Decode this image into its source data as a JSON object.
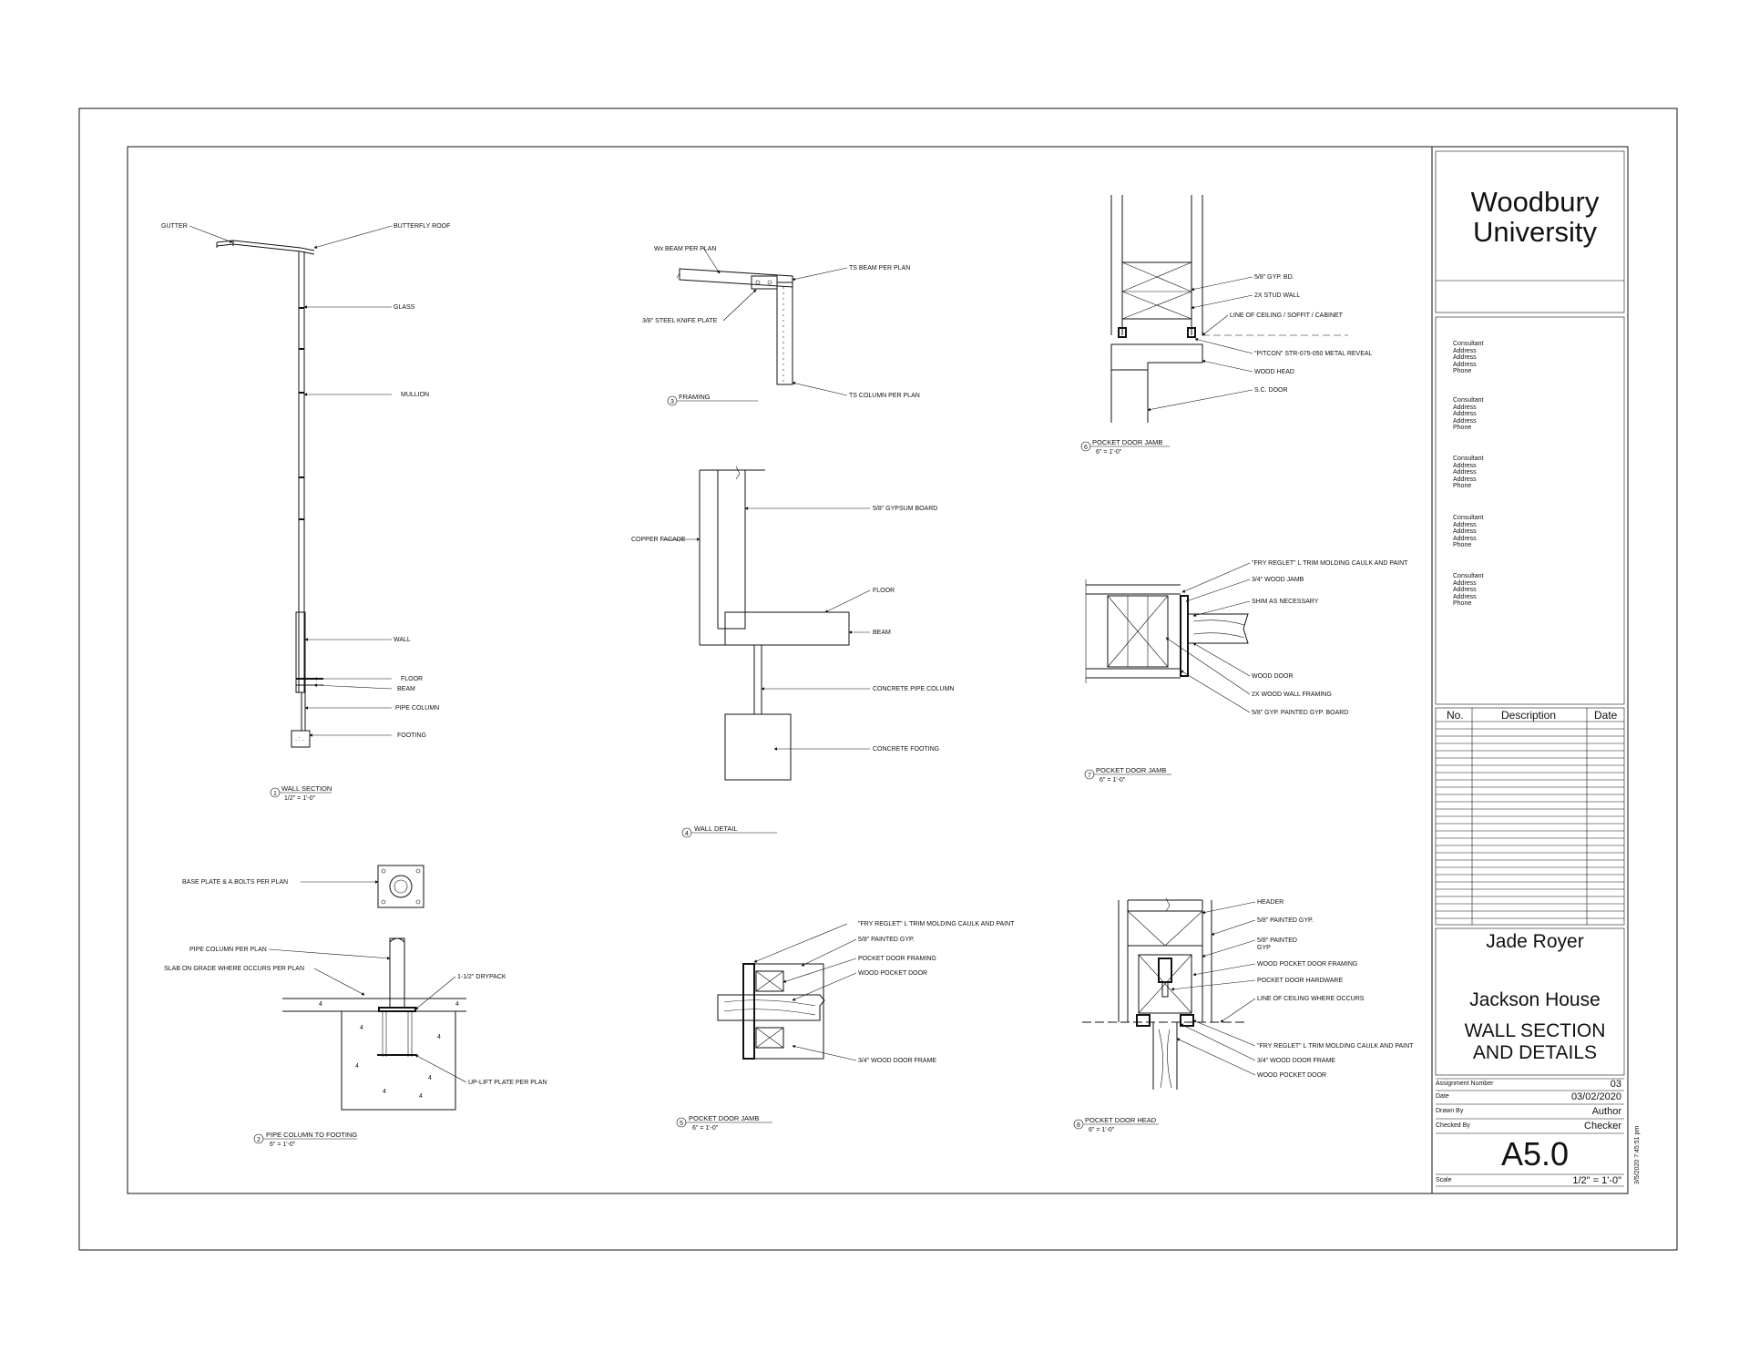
{
  "title_block": {
    "university": "Woodbury University",
    "consultants": [
      [
        "Consultant",
        "Address",
        "Address",
        "Address",
        "Phone"
      ],
      [
        "Consultant",
        "Address",
        "Address",
        "Address",
        "Phone"
      ],
      [
        "Consultant",
        "Address",
        "Address",
        "Address",
        "Phone"
      ],
      [
        "Consultant",
        "Address",
        "Address",
        "Address",
        "Phone"
      ],
      [
        "Consultant",
        "Address",
        "Address",
        "Address",
        "Phone"
      ]
    ],
    "revision_headers": {
      "no": "No.",
      "description": "Description",
      "date": "Date"
    },
    "student": "Jade Royer",
    "project": "Jackson House",
    "sheet_title_1": "WALL SECTION",
    "sheet_title_2": "AND DETAILS",
    "fields": {
      "assignment_label": "Assignment Number",
      "assignment_value": "03",
      "date_label": "Date",
      "date_value": "03/02/2020",
      "drawn_label": "Drawn By",
      "drawn_value": "Author",
      "checked_label": "Checked By",
      "checked_value": "Checker",
      "scale_label": "Scale",
      "scale_value": "1/2\" = 1'-0\""
    },
    "sheet_number": "A5.0",
    "print_stamp": "3/5/2020 7:45:51 pm"
  },
  "details": {
    "d1": {
      "number": "1",
      "title": "WALL SECTION",
      "scale": "1/2\" = 1'-0\"",
      "notes": {
        "gutter": "GUTTER",
        "butterfly": "BUTTERFLY ROOF",
        "glass": "GLASS",
        "mullion": "MULLION",
        "wall": "WALL",
        "floor": "FLOOR",
        "beam": "BEAM",
        "pipe": "PIPE COLUMN",
        "footing": "FOOTING"
      }
    },
    "d2": {
      "number": "2",
      "title": "PIPE COLUMN TO FOOTING",
      "scale": "6\" = 1'-0\"",
      "notes": {
        "baseplate": "BASE PLATE & A.BOLTS PER PLAN",
        "pipe": "PIPE COLUMN PER PLAN",
        "slab": "SLAB ON GRADE WHERE OCCURS PER PLAN",
        "drypack": "1-1/2\" DRYPACK",
        "uplift": "UP-LIFT PLATE PER PLAN"
      }
    },
    "d3": {
      "number": "3",
      "title": "FRAMING",
      "notes": {
        "wx": "Wx BEAM PER PLAN",
        "ts_beam": "TS BEAM PER PLAN",
        "knife": "3/8\" STEEL KNIFE PLATE",
        "ts_col": "TS COLUMN PER PLAN"
      }
    },
    "d4": {
      "number": "4",
      "title": "WALL DETAIL",
      "notes": {
        "gyp": "5/8\" GYPSUM BOARD",
        "copper": "COPPER FACADE",
        "floor": "FLOOR",
        "beam": "BEAM",
        "pipe": "CONCRETE PIPE COLUMN",
        "footing": "CONCRETE FOOTING"
      }
    },
    "d5": {
      "number": "5",
      "title": "POCKET DOOR JAMB",
      "scale": "6\" = 1'-0\"",
      "notes": {
        "fry": "\"FRY REGLET\" L TRIM MOLDING CAULK AND PAINT",
        "gyp": "5/8\" PAINTED GYP.",
        "framing": "POCKET DOOR FRAMING",
        "door": "WOOD POCKET DOOR",
        "frame": "3/4\" WOOD DOOR FRAME"
      }
    },
    "d6": {
      "number": "6",
      "title": "POCKET DOOR JAMB",
      "scale": "6\" = 1'-0\"",
      "notes": {
        "gyp": "5/8\" GYP. BD.",
        "stud": "2X STUD WALL",
        "ceiling": "LINE OF CEILING / SOFFIT / CABINET",
        "pitcon": "\"PITCON\" STR-075-050 METAL REVEAL",
        "head": "WOOD HEAD",
        "door": "S.C. DOOR"
      }
    },
    "d7": {
      "number": "7",
      "title": "POCKET DOOR JAMB",
      "scale": "6\" = 1'-0\"",
      "notes": {
        "fry": "\"FRY REGLET\" L TRIM MOLDING CAULK AND PAINT",
        "jamb": "3/4\" WOOD JAMB",
        "shim": "SHIM AS NECESSARY",
        "door": "WOOD DOOR",
        "framing": "2X WOOD WALL FRAMING",
        "gyp": "5/8\" GYP. PAINTED GYP. BOARD"
      }
    },
    "d8": {
      "number": "8",
      "title": "POCKET DOOR HEAD",
      "scale": "6\" = 1'-0\"",
      "notes": {
        "header": "HEADER",
        "gyp": "5/8\" PAINTED GYP.",
        "gyp2a": "5/8\" PAINTED",
        "gyp2b": "GYP",
        "framing": "WOOD POCKET DOOR FRAMING",
        "hardware": "POCKET DOOR HARDWARE",
        "ceiling": "LINE OF CEILING WHERE OCCURS",
        "fry": "\"FRY REGLET\" L TRIM MOLDING CAULK AND PAINT",
        "frame": "3/4\" WOOD DOOR FRAME",
        "door": "WOOD POCKET DOOR"
      }
    }
  }
}
